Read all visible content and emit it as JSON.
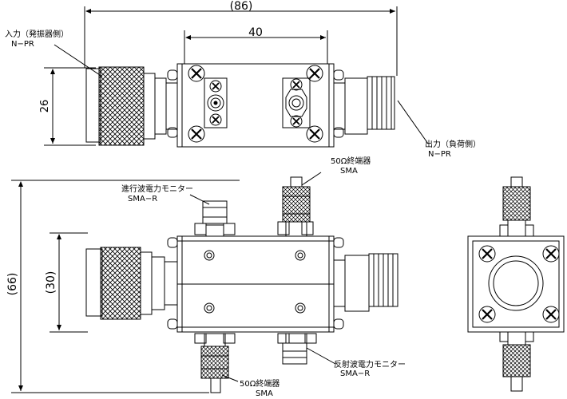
{
  "dimensions": {
    "overall_width": "(86)",
    "body_length": "40",
    "body_height_top": "26",
    "overall_height": "(66)",
    "body_height_front": "(30)"
  },
  "labels": {
    "input_jp": "入力（発振器側）",
    "input_type": "N−PR",
    "output_jp": "出力（負荷側）",
    "output_type": "N−PR",
    "terminator_top_jp": "50Ω終端器",
    "terminator_top_type": "SMA",
    "forward_monitor_jp": "進行波電力モニター",
    "forward_monitor_type": "SMA−R",
    "reflected_monitor_jp": "反射波電力モニター",
    "reflected_monitor_type": "SMA−R",
    "terminator_bottom_jp": "50Ω終端器",
    "terminator_bottom_type": "SMA"
  },
  "colors": {
    "line": "#000000",
    "background": "#ffffff",
    "hatch": "#000000"
  }
}
